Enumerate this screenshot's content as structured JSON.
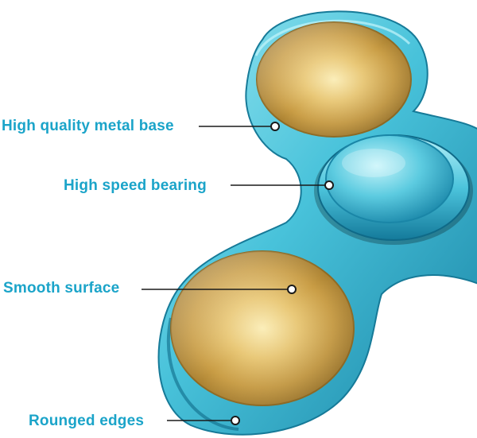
{
  "colors": {
    "label_text": "#1ba4c9",
    "body_light": "#8fe3f0",
    "body_mid": "#41bed8",
    "body_dark": "#1a86a7",
    "gold_light": "#f6e4a3",
    "gold_mid": "#d9b45e",
    "gold_dark": "#a67c2c",
    "leader_line": "#1a1a1a"
  },
  "product": {
    "name": "fidget spinner",
    "icon": "fidget-spinner-icon"
  },
  "callouts": [
    {
      "text": "High quality metal base"
    },
    {
      "text": "High speed bearing"
    },
    {
      "text": "Smooth surface"
    },
    {
      "text": "Rounged edges"
    }
  ]
}
